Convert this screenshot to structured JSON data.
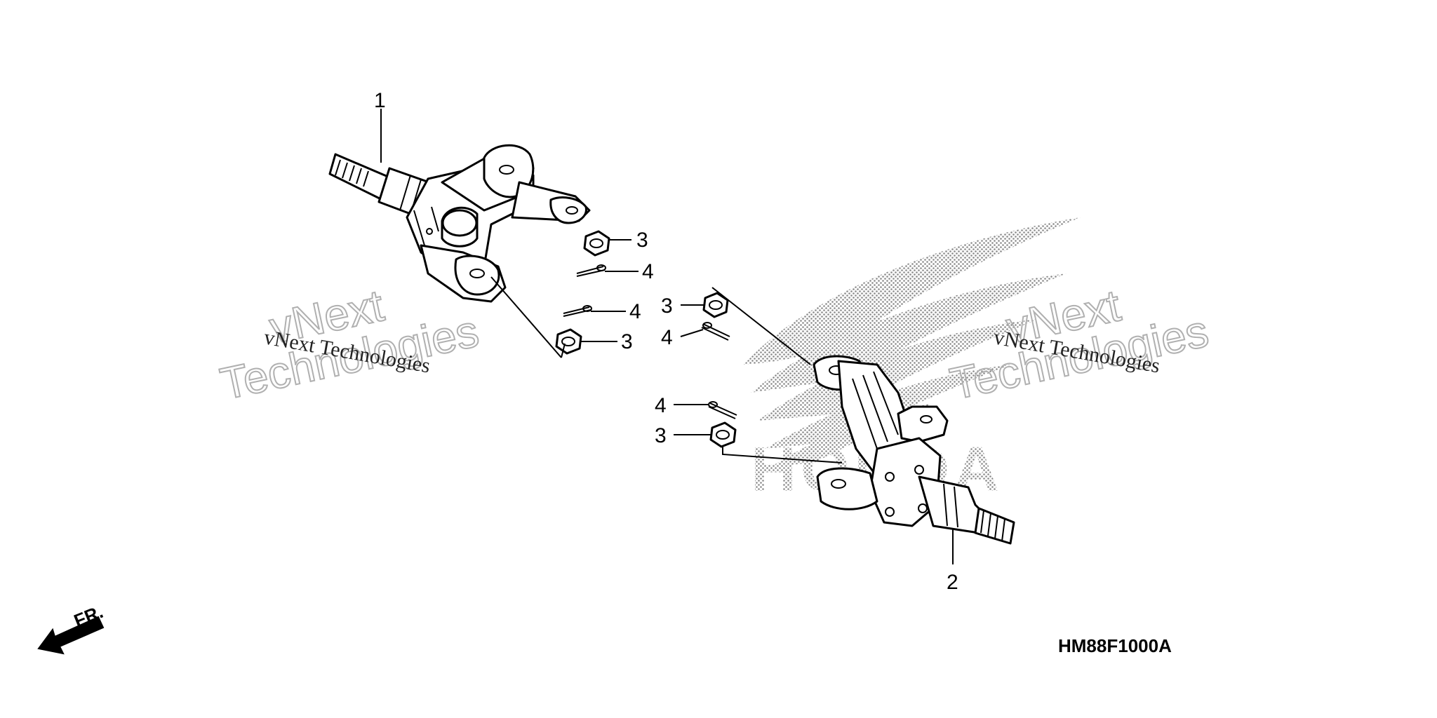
{
  "diagram_code": "HM88F1000A",
  "direction_label": "FR.",
  "watermark": {
    "left_small": "vNext Technologies",
    "left_big_line1": "vNext",
    "left_big_line2": "Technologies",
    "right_small": "vNext Technologies",
    "right_big_line1": "vNext",
    "right_big_line2": "Technologies",
    "brand_text": "HONDA"
  },
  "callouts": {
    "knuckle_left": "1",
    "knuckle_right": "2",
    "nut_a": "3",
    "pin_a": "4",
    "pin_b": "4",
    "nut_b": "3",
    "nut_c": "3",
    "pin_c": "4",
    "pin_d": "4",
    "nut_d": "3"
  }
}
